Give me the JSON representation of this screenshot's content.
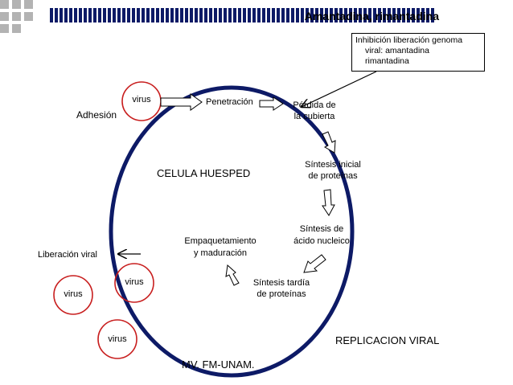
{
  "header": {
    "title": "Amantadina, rimantadina",
    "bar_color": "#0d1a66",
    "square_color": "#b3b3b3"
  },
  "callout": {
    "line1": "Inhibición liberación genoma",
    "line2": "viral: amantadina",
    "line3": "rimantadina"
  },
  "cell": {
    "label": "CELULA HUESPED",
    "circle_color": "#0d1a66"
  },
  "virus_label": "virus",
  "virus_circle_color": "#c81e1e",
  "labels": {
    "adhesion": "Adhesión",
    "penetracion": "Penetración",
    "perdida_1": "Pérdida de",
    "perdida_2": "la cubierta",
    "sintesis_inicial_1": "Síntesis inicial",
    "sintesis_inicial_2": "de proteínas",
    "sintesis_acido_1": "Síntesis de",
    "sintesis_acido_2": "ácido nucleico",
    "sintesis_tardia_1": "Síntesis tardía",
    "sintesis_tardia_2": "de proteínas",
    "empaquetamiento_1": "Empaquetamiento",
    "empaquetamiento_2": "y maduración",
    "liberacion": "Liberación viral"
  },
  "footer": {
    "replicacion": "REPLICACION VIRAL",
    "institution": "MV. FM-UNAM."
  }
}
